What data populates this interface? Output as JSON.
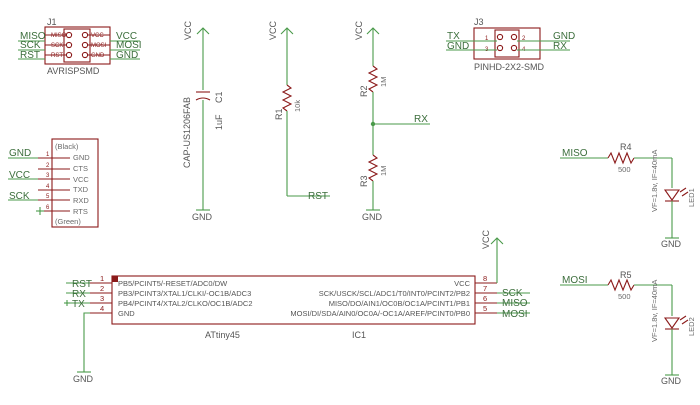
{
  "j1": {
    "ref": "J1",
    "value": "AVRISPSMD",
    "pins_left": [
      "MISO",
      "SCK",
      "RST"
    ],
    "pins_right": [
      "VCC",
      "MOSI",
      "GND"
    ],
    "nets_left": [
      "MISO",
      "SCK",
      "RST"
    ],
    "nets_right": [
      "VCC",
      "MOSI",
      "GND"
    ]
  },
  "j3": {
    "ref": "J3",
    "value": "PINHD-2X2-SMD",
    "nets_left": [
      "TX",
      "GND"
    ],
    "nets_right": [
      "GND",
      "RX"
    ],
    "pin_numbers": [
      "1",
      "2",
      "3",
      "4"
    ]
  },
  "ftdi": {
    "top": "(Black)",
    "bottom": "(Green)",
    "pins": [
      "GND",
      "CTS",
      "VCC",
      "TXD",
      "RXD",
      "RTS"
    ],
    "pin_numbers": [
      "1",
      "2",
      "3",
      "4",
      "5",
      "6"
    ],
    "nets": [
      "GND",
      "VCC",
      "SCK"
    ]
  },
  "c1": {
    "name": "C1",
    "value": "1uF",
    "package": "CAP-US1206FAB"
  },
  "r1": {
    "name": "R1",
    "value": "10k",
    "net": "RST"
  },
  "r2": {
    "name": "R2",
    "value": "1M"
  },
  "r3": {
    "name": "R3",
    "value": "1M"
  },
  "rx_net": "RX",
  "r4": {
    "name": "R4",
    "value": "500",
    "net": "MISO"
  },
  "r5": {
    "name": "R5",
    "value": "500",
    "net": "MOSI"
  },
  "led1": {
    "name": "LED1",
    "spec": "VF=1.8v, IF=40mA"
  },
  "led2": {
    "name": "LED2",
    "spec": "VF=1.8v, IF=40mA"
  },
  "power": {
    "vcc": "VCC",
    "gnd": "GND"
  },
  "ic1": {
    "name": "IC1",
    "value": "ATtiny45",
    "left_pins": [
      {
        "num": "1",
        "label": "PB5/PCINT5/-RESET/ADC0/DW",
        "net": "RST"
      },
      {
        "num": "2",
        "label": "PB3/PCINT3/XTAL1/CLKI/-OC1B/ADC3",
        "net": "RX"
      },
      {
        "num": "3",
        "label": "PB4/PCINT4/XTAL2/CLKO/OC1B/ADC2",
        "net": "TX"
      },
      {
        "num": "4",
        "label": "GND",
        "net": ""
      }
    ],
    "right_pins": [
      {
        "num": "8",
        "label": "VCC",
        "net": ""
      },
      {
        "num": "7",
        "label": "SCK/USCK/SCL/ADC1/T0/INT0/PCINT2/PB2",
        "net": "SCK"
      },
      {
        "num": "6",
        "label": "MISO/DO/AIN1/OC0B/OC1A/PCINT1/PB1",
        "net": "MISO"
      },
      {
        "num": "5",
        "label": "MOSI/DI/SDA/AIN0/OC0A/-OC1A/AREF/PCINT0/PB0",
        "net": "MOSI"
      }
    ]
  }
}
